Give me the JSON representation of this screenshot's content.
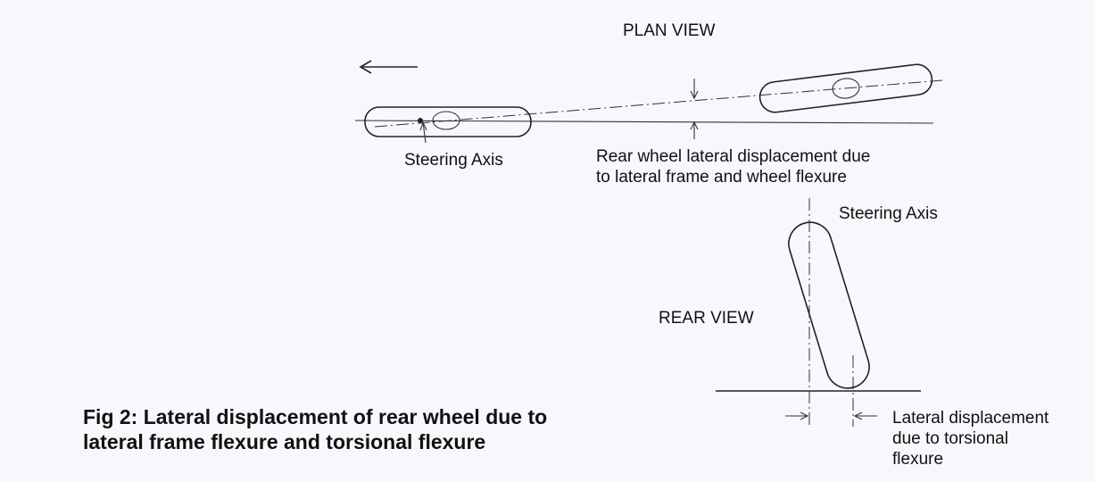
{
  "plan_view": {
    "title": "PLAN VIEW",
    "front_label": "Steering Axis",
    "displacement_label_line1": "Rear wheel lateral displacement due",
    "displacement_label_line2": "to lateral frame and wheel flexure"
  },
  "rear_view": {
    "title": "REAR VIEW",
    "axis_label": "Steering Axis",
    "displacement_label_line1": "Lateral displacement",
    "displacement_label_line2": "due to torsional",
    "displacement_label_line3": "flexure"
  },
  "caption": {
    "line1": "Fig 2: Lateral displacement of rear wheel due to",
    "line2": "lateral frame flexure and torsional flexure"
  },
  "icons": {
    "direction": "left-arrow-icon"
  },
  "colors": {
    "background": "#f7f8fc",
    "ink": "#222222"
  }
}
